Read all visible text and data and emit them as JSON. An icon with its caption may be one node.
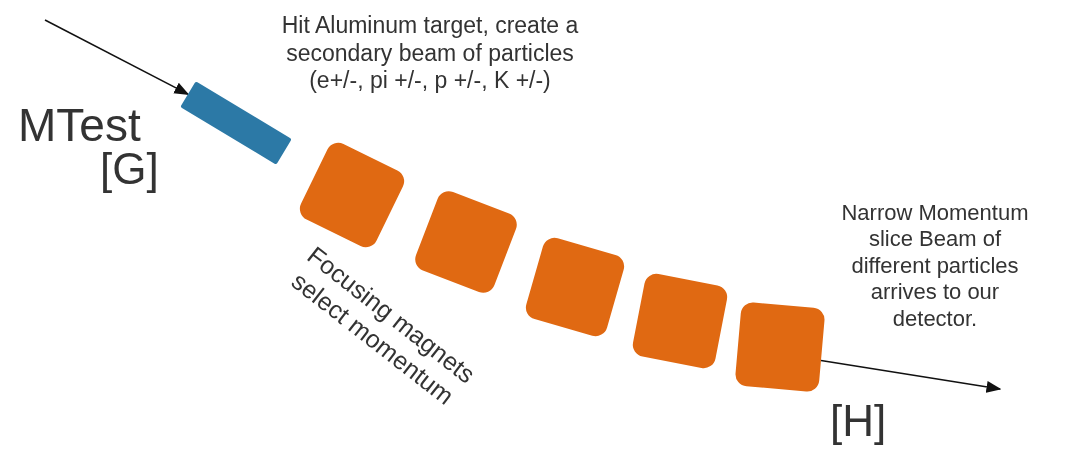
{
  "diagram": {
    "nodes": [
      {
        "text": [],
        "shape": "bar"
      },
      {
        "text": [],
        "shape": "box"
      },
      {
        "text": [],
        "shape": "box"
      },
      {
        "text": [],
        "shape": "box"
      },
      {
        "text": [],
        "shape": "box"
      },
      {
        "text": [],
        "shape": "box"
      }
    ],
    "edges": [
      {
        "from": null,
        "to": 0,
        "arrow": "to"
      },
      {
        "from": 5,
        "to": null,
        "arrow": "to"
      }
    ],
    "labels": [
      "Hit Aluminum target, create a secondary beam of particles (e+/-, pi +/-, p +/-, K +/-)",
      "MTest",
      "[G]",
      "Focusing magnets select momentum",
      "Narrow Momentum slice Beam of different particles arrives to our detector.",
      "[H]"
    ]
  }
}
